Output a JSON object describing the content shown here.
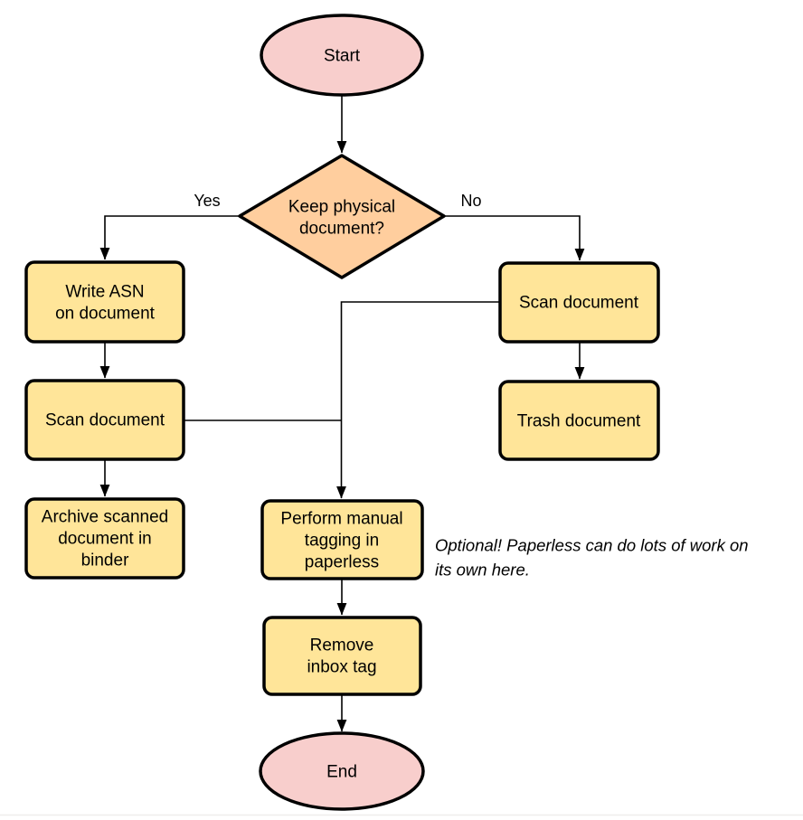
{
  "diagram": {
    "type": "flowchart",
    "colors": {
      "terminal_fill": "#f8cecc",
      "decision_fill": "#ffce9e",
      "process_fill": "#ffe599",
      "stroke": "#000000",
      "background": "#ffffff"
    },
    "nodes": {
      "start": {
        "label": "Start"
      },
      "decision": {
        "line1": "Keep physical",
        "line2": "document?"
      },
      "write_asn": {
        "line1": "Write ASN",
        "line2": "on document"
      },
      "scan_left": {
        "label": "Scan document"
      },
      "archive": {
        "line1": "Archive scanned",
        "line2": "document in",
        "line3": "binder"
      },
      "scan_right": {
        "label": "Scan document"
      },
      "trash": {
        "label": "Trash document"
      },
      "tagging": {
        "line1": "Perform manual",
        "line2": "tagging in",
        "line3": "paperless"
      },
      "remove_inbox": {
        "line1": "Remove",
        "line2": "inbox tag"
      },
      "end": {
        "label": "End"
      }
    },
    "edge_labels": {
      "yes": "Yes",
      "no": "No"
    },
    "annotation": {
      "line1": "Optional! Paperless can do lots of work on",
      "line2": "its own here."
    },
    "edges": [
      {
        "from": "start",
        "to": "decision"
      },
      {
        "from": "decision",
        "to": "write_asn",
        "label": "Yes"
      },
      {
        "from": "decision",
        "to": "scan_right",
        "label": "No"
      },
      {
        "from": "write_asn",
        "to": "scan_left"
      },
      {
        "from": "scan_left",
        "to": "archive"
      },
      {
        "from": "scan_left",
        "to": "tagging"
      },
      {
        "from": "scan_right",
        "to": "trash"
      },
      {
        "from": "scan_right",
        "to": "tagging"
      },
      {
        "from": "tagging",
        "to": "remove_inbox"
      },
      {
        "from": "remove_inbox",
        "to": "end"
      }
    ]
  }
}
